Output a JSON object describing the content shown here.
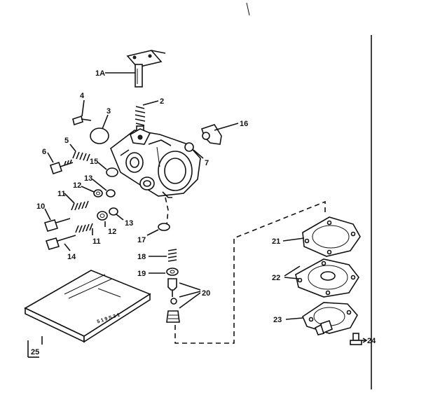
{
  "diagram": {
    "callouts": {
      "c1a": "1A",
      "c2": "2",
      "c3": "3",
      "c4": "4",
      "c5": "5",
      "c6": "6",
      "c7": "7",
      "c10": "10",
      "c11a": "11",
      "c11b": "11",
      "c12a": "12",
      "c12b": "12",
      "c13a": "13",
      "c13b": "13",
      "c14": "14",
      "c15": "15",
      "c16": "16",
      "c17": "17",
      "c18": "18",
      "c19": "19",
      "c20": "20",
      "c21": "21",
      "c22": "22",
      "c23": "23",
      "c24": "24",
      "c25": "25"
    },
    "kit_label": "5 1 9 S 3 1"
  }
}
